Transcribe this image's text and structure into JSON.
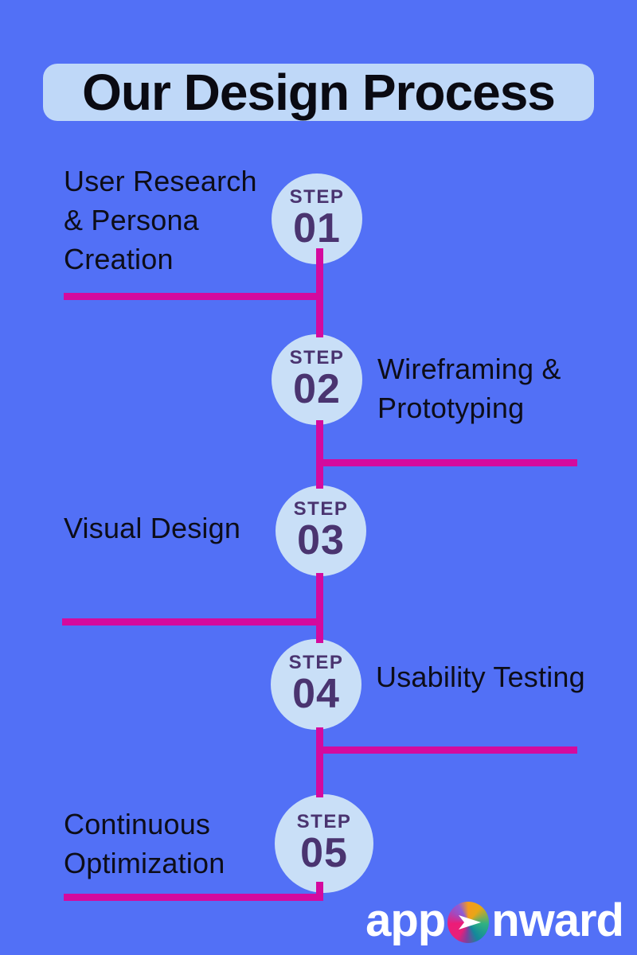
{
  "title": "Our Design Process",
  "steps": [
    {
      "badge": "STEP",
      "number": "01",
      "label": "User Research & Persona Creation",
      "side": "left"
    },
    {
      "badge": "STEP",
      "number": "02",
      "label": "Wireframing & Prototyping",
      "side": "right"
    },
    {
      "badge": "STEP",
      "number": "03",
      "label": "Visual Design",
      "side": "left"
    },
    {
      "badge": "STEP",
      "number": "04",
      "label": "Usability Testing",
      "side": "right"
    },
    {
      "badge": "STEP",
      "number": "05",
      "label": "Continuous Optimization",
      "side": "left"
    }
  ],
  "logo": {
    "text_before": "app",
    "text_after": "nward",
    "icon": "arrow-sphere-icon"
  },
  "colors": {
    "background": "#5270F6",
    "accent_pink": "#D40A9E",
    "title_banner_bg": "#BFD8F8",
    "circle_bg": "#C9DFF7",
    "step_text": "#4A3470",
    "label_text": "#0D0D18",
    "logo_text": "#FFFFFF"
  }
}
